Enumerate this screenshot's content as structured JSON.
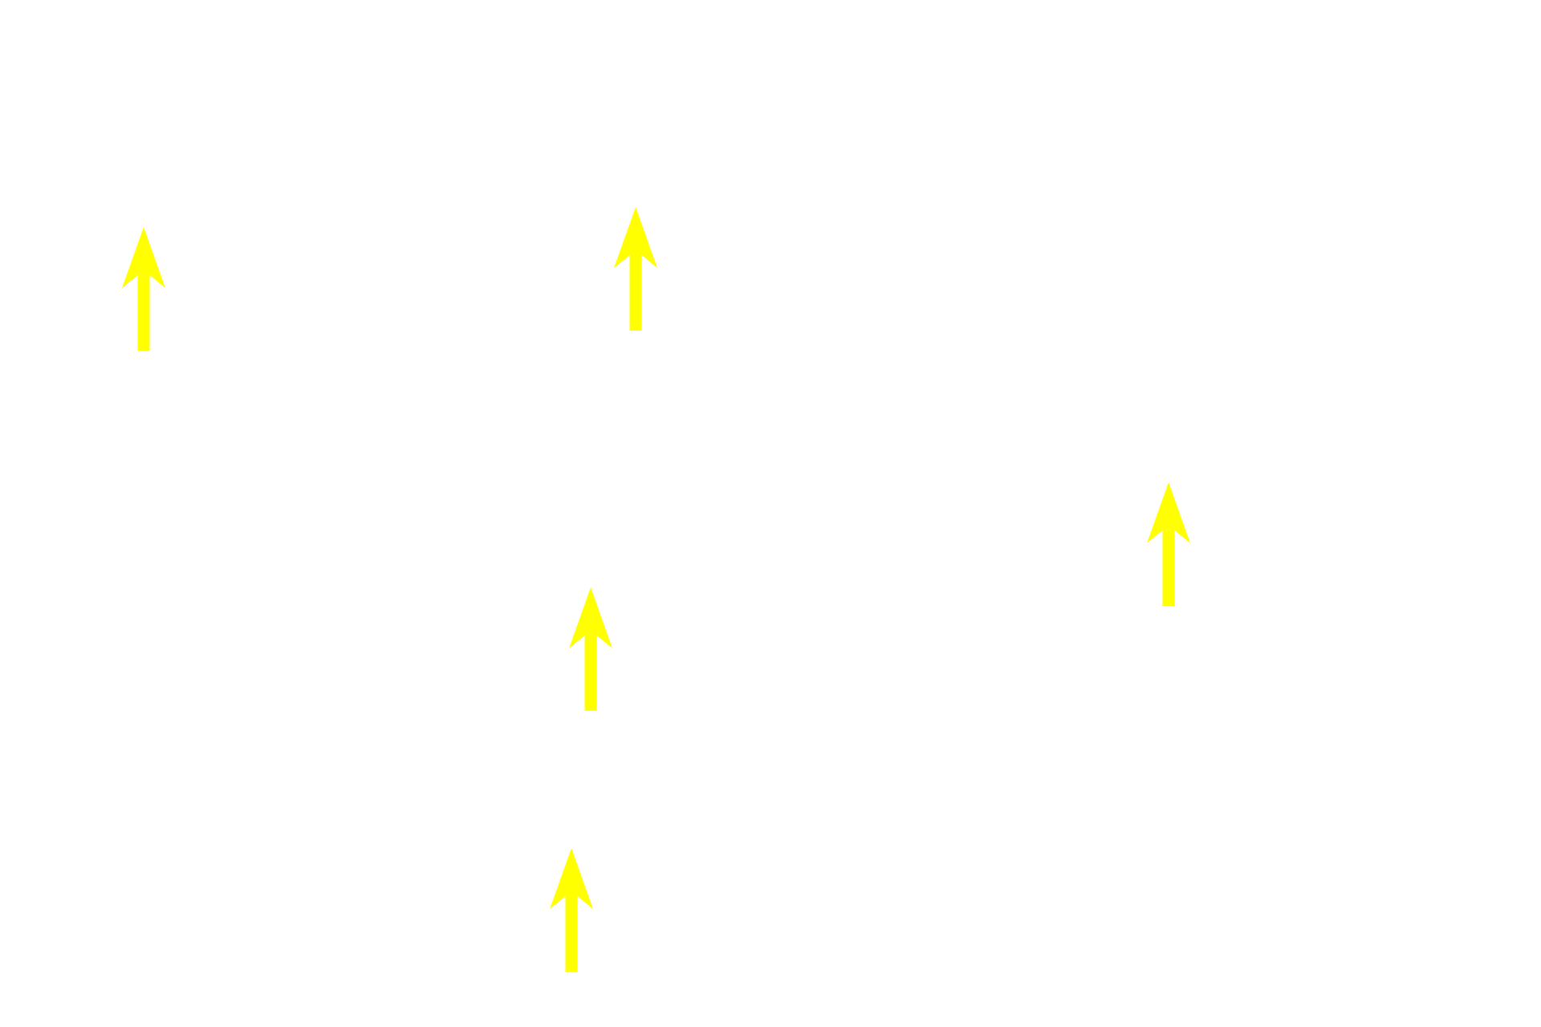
{
  "canvas": {
    "background_color": "#ffffff"
  },
  "arrows": {
    "color": "#ffff00",
    "direction": "up",
    "items": [
      {
        "id": "arrow-1"
      },
      {
        "id": "arrow-2"
      },
      {
        "id": "arrow-3"
      },
      {
        "id": "arrow-4"
      },
      {
        "id": "arrow-5"
      }
    ]
  }
}
